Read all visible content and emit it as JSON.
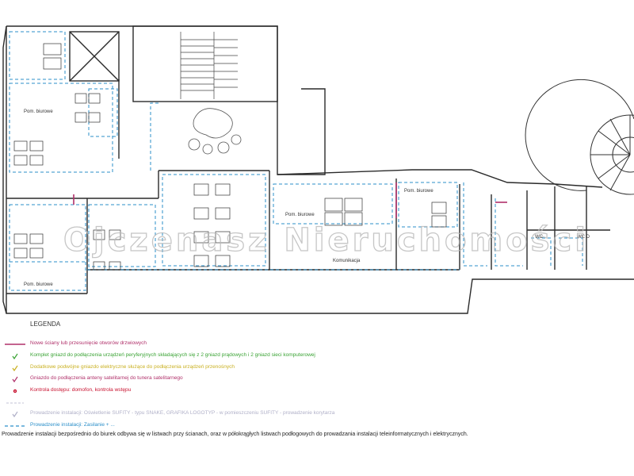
{
  "colors": {
    "wall": "#2a2a2a",
    "install_blue": "#2b8fc9",
    "new_wall": "#b0306a",
    "socket_green": "#3aa334",
    "extra_socket_yellow": "#c9b020",
    "access_red": "#c8102e",
    "faint": "#b0b0c8"
  },
  "watermark": "Ojczenasz Nieruchomości",
  "plan": {
    "rooms": [
      {
        "id": "office-top-left",
        "label": "Pom. biurowe"
      },
      {
        "id": "office-bottom-left",
        "label": "Pom. biurowe"
      },
      {
        "id": "office-mid",
        "label": "Pom. biurowe"
      },
      {
        "id": "office-right",
        "label": "Pom. biurowe"
      },
      {
        "id": "corridor",
        "label": "Komunikacja"
      },
      {
        "id": "wc",
        "label": "WC"
      },
      {
        "id": "wc-d",
        "label": "WC D"
      }
    ]
  },
  "legend": {
    "title": "LEGENDA",
    "items": [
      {
        "text": "Nowe ściany lub przesunięcie otworów drzwiowych",
        "color": "#b0306a",
        "symbol": "line"
      },
      {
        "text": "Komplet gniazd do podłączenia urządzeń peryferyjnych składających się z 2 gniazd prądowych i 2 gniazd sieci komputerowej",
        "color": "#3aa334",
        "symbol": "check"
      },
      {
        "text": "Dodatkowe podwójne gniazdo elektryczne służące do podłączenia urządzeń przenośnych",
        "color": "#c9b020",
        "symbol": "check"
      },
      {
        "text": "Gniazdo do podłączenia anteny satelitarnej do tunera satelitarnego",
        "color": "#b0306a",
        "symbol": "check"
      },
      {
        "text": "Kontrola dostępu: domofon, kontrola wstępu",
        "color": "#c8102e",
        "symbol": "dot"
      },
      {
        "text": "",
        "color": "#b0b0c8",
        "symbol": "faint"
      },
      {
        "text": "Prowadzenie instalacji: Oświetlenie SUFITY - typu SNAKE, GRAFIKA LOGOTYP - w pomieszczeniu SUFITY - prowadzenie korytarza",
        "color": "#b0b0c8",
        "symbol": "check"
      },
      {
        "text": "Prowadzenie instalacji: Zasilanie + ...",
        "color": "#2b8fc9",
        "symbol": "dash"
      }
    ],
    "footnote": "Prowadzenie instalacji bezpośrednio do biurek odbywa się w listwach przy ścianach, oraz w półokrągłych listwach podłogowych do prowadzania instalacji teleinformatycznych i elektrycznych."
  }
}
